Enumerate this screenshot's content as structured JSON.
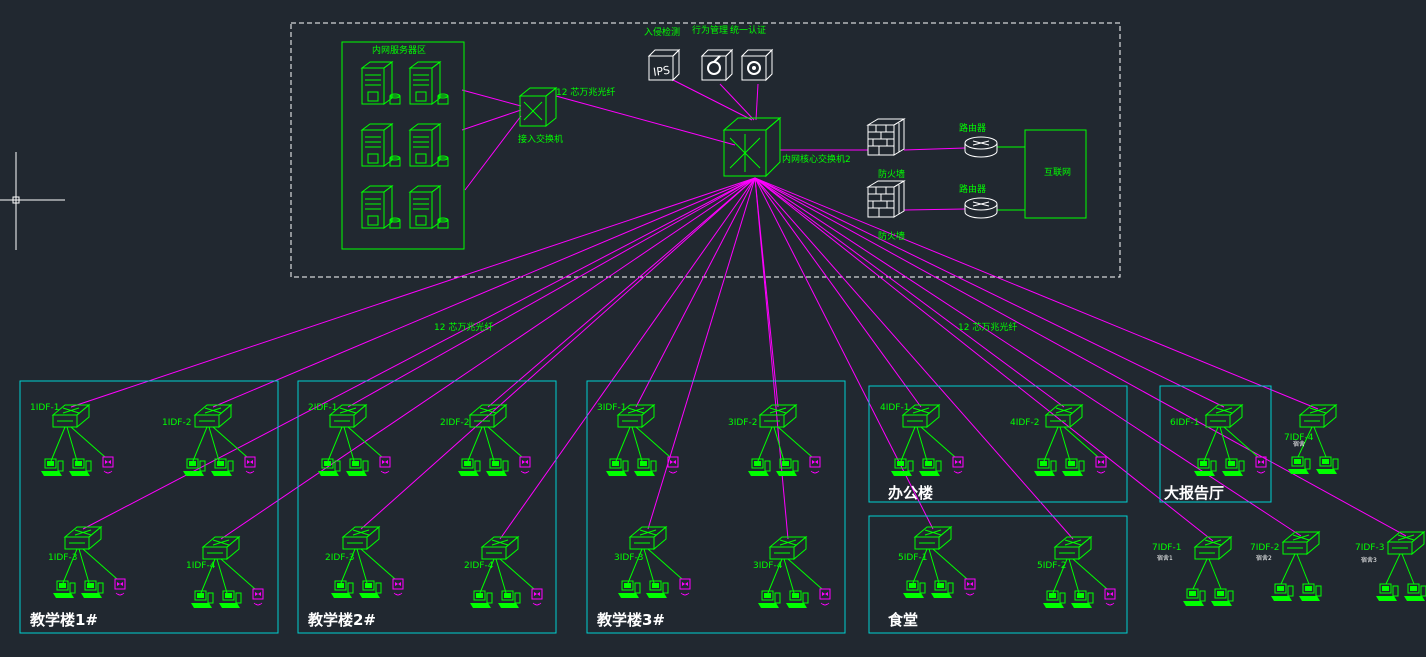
{
  "colors": {
    "background": "#212830",
    "link": "#ff00ff",
    "device": "#00ff00",
    "building_frame": "#00d0d0",
    "core_frame": "#ffffff",
    "icon_fill": "#ffffff"
  },
  "core": {
    "server_group_label": "内网服务器区",
    "core_switch_label": "内网核心交换机2",
    "access_switch_label": "接入交换机",
    "fiber_label_top": "12 芯万兆光纤",
    "fiber_label_left": "12 芯万兆光纤",
    "fiber_label_right": "12 芯万兆光纤",
    "security_devices": [
      {
        "icon": "ips-icon",
        "text": "IPS",
        "label": "入侵检测"
      },
      {
        "icon": "audit-icon",
        "text": "",
        "label": "行为管理"
      },
      {
        "icon": "log-icon",
        "text": "",
        "label": "统一认证"
      }
    ],
    "firewalls": [
      {
        "label": "防火墙"
      },
      {
        "label": "防火墙"
      }
    ],
    "routers": [
      {
        "label": "路由器"
      },
      {
        "label": "路由器"
      }
    ],
    "internet_label": "互联网"
  },
  "buildings": [
    {
      "name": "教学楼1#",
      "idfs": [
        "1IDF-1",
        "1IDF-2",
        "1IDF-3",
        "1IDF-4"
      ]
    },
    {
      "name": "教学楼2#",
      "idfs": [
        "2IDF-1",
        "2IDF-2",
        "2IDF-3",
        "2IDF-4"
      ]
    },
    {
      "name": "教学楼3#",
      "idfs": [
        "3IDF-1",
        "3IDF-2",
        "3IDF-3",
        "3IDF-4"
      ]
    },
    {
      "name": "办公楼",
      "idfs": [
        "4IDF-1",
        "4IDF-2"
      ]
    },
    {
      "name": "食堂",
      "idfs": [
        "5IDF-1",
        "5IDF-2"
      ]
    },
    {
      "name": "大报告厅",
      "idfs": [
        "6IDF-1"
      ]
    }
  ],
  "standalone_idfs": [
    {
      "name": "7IDF-4",
      "note": "宿舍"
    },
    {
      "name": "7IDF-1",
      "note": "宿舍1"
    },
    {
      "name": "7IDF-2",
      "note": "宿舍2"
    },
    {
      "name": "7IDF-3",
      "note": "宿舍3"
    }
  ]
}
